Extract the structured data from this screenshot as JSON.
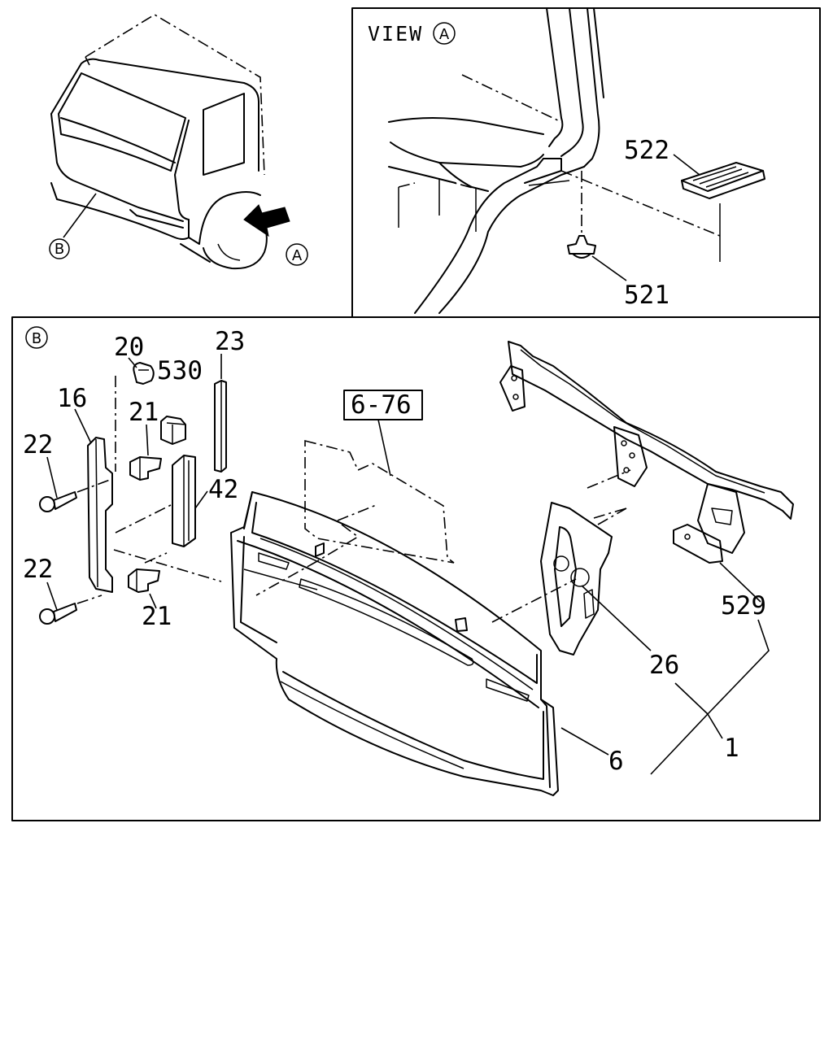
{
  "view_a": {
    "prefix": "VIEW",
    "marker": "A"
  },
  "overview": {
    "marker_b": "B",
    "marker_a": "A"
  },
  "detail": {
    "marker": "B"
  },
  "parts": {
    "p522": "522",
    "p521": "521",
    "p20": "20",
    "p530": "530",
    "p23": "23",
    "p16": "16",
    "p21a": "21",
    "p22a": "22",
    "p42": "42",
    "p22b": "22",
    "p21b": "21",
    "p6_76": "6-76",
    "p529": "529",
    "p26": "26",
    "p1": "1",
    "p6": "6"
  }
}
